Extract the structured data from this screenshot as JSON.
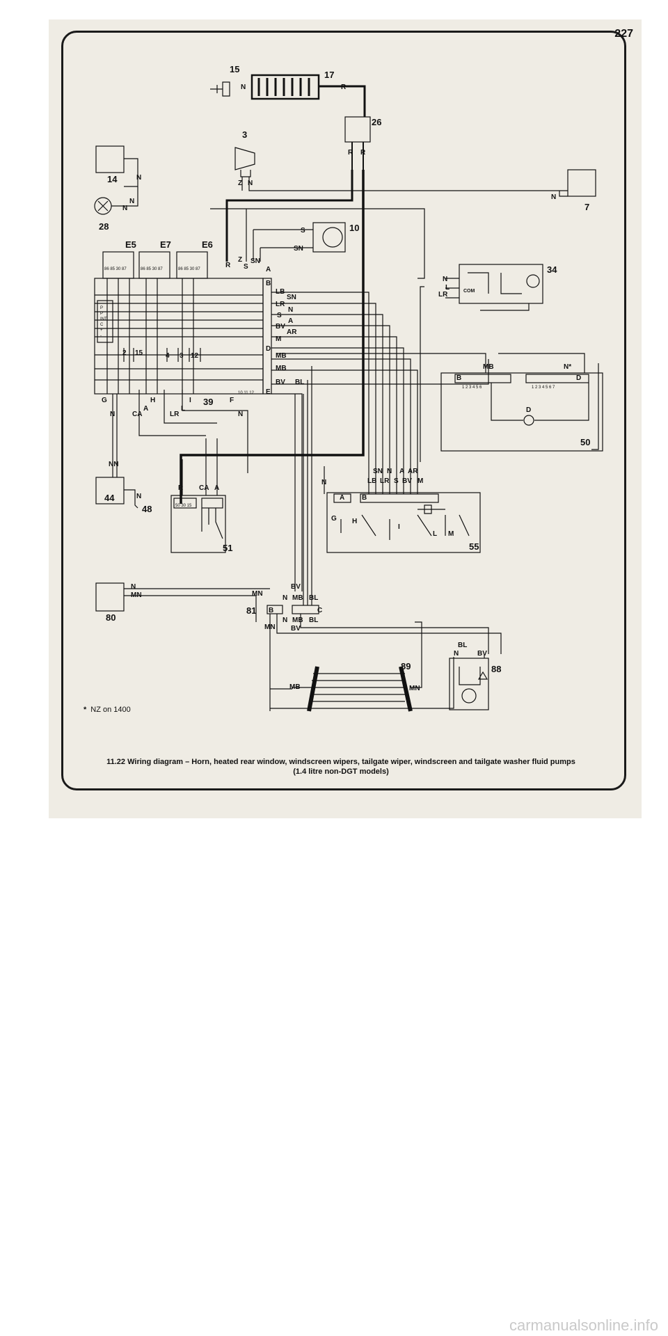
{
  "page_number": "227",
  "components": {
    "c15": "15",
    "c17": "17",
    "c26": "26",
    "c3": "3",
    "c14": "14",
    "c28": "28",
    "c7": "7",
    "c10": "10",
    "c34": "34",
    "cE5": "E5",
    "cE7": "E7",
    "cE6": "E6",
    "c39": "39",
    "c50": "50",
    "c44": "44",
    "c48": "48",
    "c51": "51",
    "c55": "55",
    "c80": "80",
    "c81": "81",
    "c89": "89",
    "c88": "88"
  },
  "wire_labels": {
    "N": "N",
    "R": "R",
    "Z": "Z",
    "S": "S",
    "SN": "SN",
    "LB": "LB",
    "LR": "LR",
    "A": "A",
    "BV": "BV",
    "AR": "AR",
    "M": "M",
    "MB": "MB",
    "BL": "BL",
    "CA": "CA",
    "NN": "NN",
    "MN": "MN",
    "N_star": "N*",
    "L": "L",
    "D": "D",
    "COM": "COM"
  },
  "connector_letters": {
    "A": "A",
    "B": "B",
    "C": "C",
    "D": "D",
    "E": "E",
    "F": "F",
    "G": "G",
    "H": "H",
    "I": "I"
  },
  "relay_pins": "86 85 30 87",
  "ignition_pins": "50 30 15",
  "fuse_numbers": [
    "2",
    "15",
    "4",
    "3",
    "12"
  ],
  "fusebox_labels": [
    "P",
    "P",
    "INT",
    "C",
    "+",
    "-"
  ],
  "fuse_terminals": "10 11 12",
  "connector_pins_b": "1 2 3 4 5 6",
  "connector_pins_d": "1 2 3 4 5 6 7",
  "switch_letters": {
    "H": "H",
    "I": "I",
    "L": "L",
    "M": "M",
    "G": "G"
  },
  "footnote": {
    "marker": "*",
    "text": "NZ on 1400"
  },
  "caption": {
    "line1": "11.22 Wiring diagram – Horn, heated rear window, windscreen wipers, tailgate wiper, windscreen and tailgate washer fluid pumps",
    "line2": "(1.4 litre non-DGT models)"
  },
  "watermark": "carmanualsonline.info",
  "colors": {
    "ink": "#111111",
    "paper": "#efece4",
    "frame": "#1a1a1a",
    "watermark": "#c9c9c9"
  }
}
